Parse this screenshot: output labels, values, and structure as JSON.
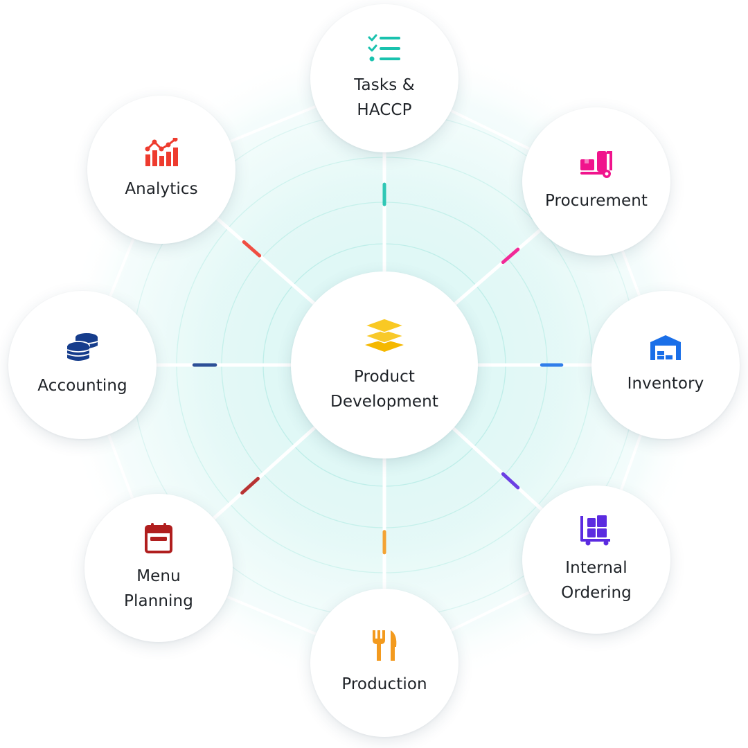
{
  "hub": {
    "center": {
      "label": "Product\nDevelopment",
      "icon": "layers-icon",
      "color": "#F5B800"
    },
    "modules": [
      {
        "key": "tasks",
        "label": "Tasks &\nHACCP",
        "icon": "checklist-icon",
        "color": "#19C2AE"
      },
      {
        "key": "procurement",
        "label": "Procurement",
        "icon": "delivery-truck-icon",
        "color": "#F0148C"
      },
      {
        "key": "inventory",
        "label": "Inventory",
        "icon": "warehouse-icon",
        "color": "#1A6FE8"
      },
      {
        "key": "internal-ordering",
        "label": "Internal\nOrdering",
        "icon": "cart-icon",
        "color": "#5B2BE0"
      },
      {
        "key": "production",
        "label": "Production",
        "icon": "fork-knife-icon",
        "color": "#F39A1E"
      },
      {
        "key": "menu-planning",
        "label": "Menu\nPlanning",
        "icon": "calendar-icon",
        "color": "#B01E1E"
      },
      {
        "key": "accounting",
        "label": "Accounting",
        "icon": "coins-icon",
        "color": "#163D8C"
      },
      {
        "key": "analytics",
        "label": "Analytics",
        "icon": "bar-chart-icon",
        "color": "#EE3B2E"
      }
    ]
  }
}
